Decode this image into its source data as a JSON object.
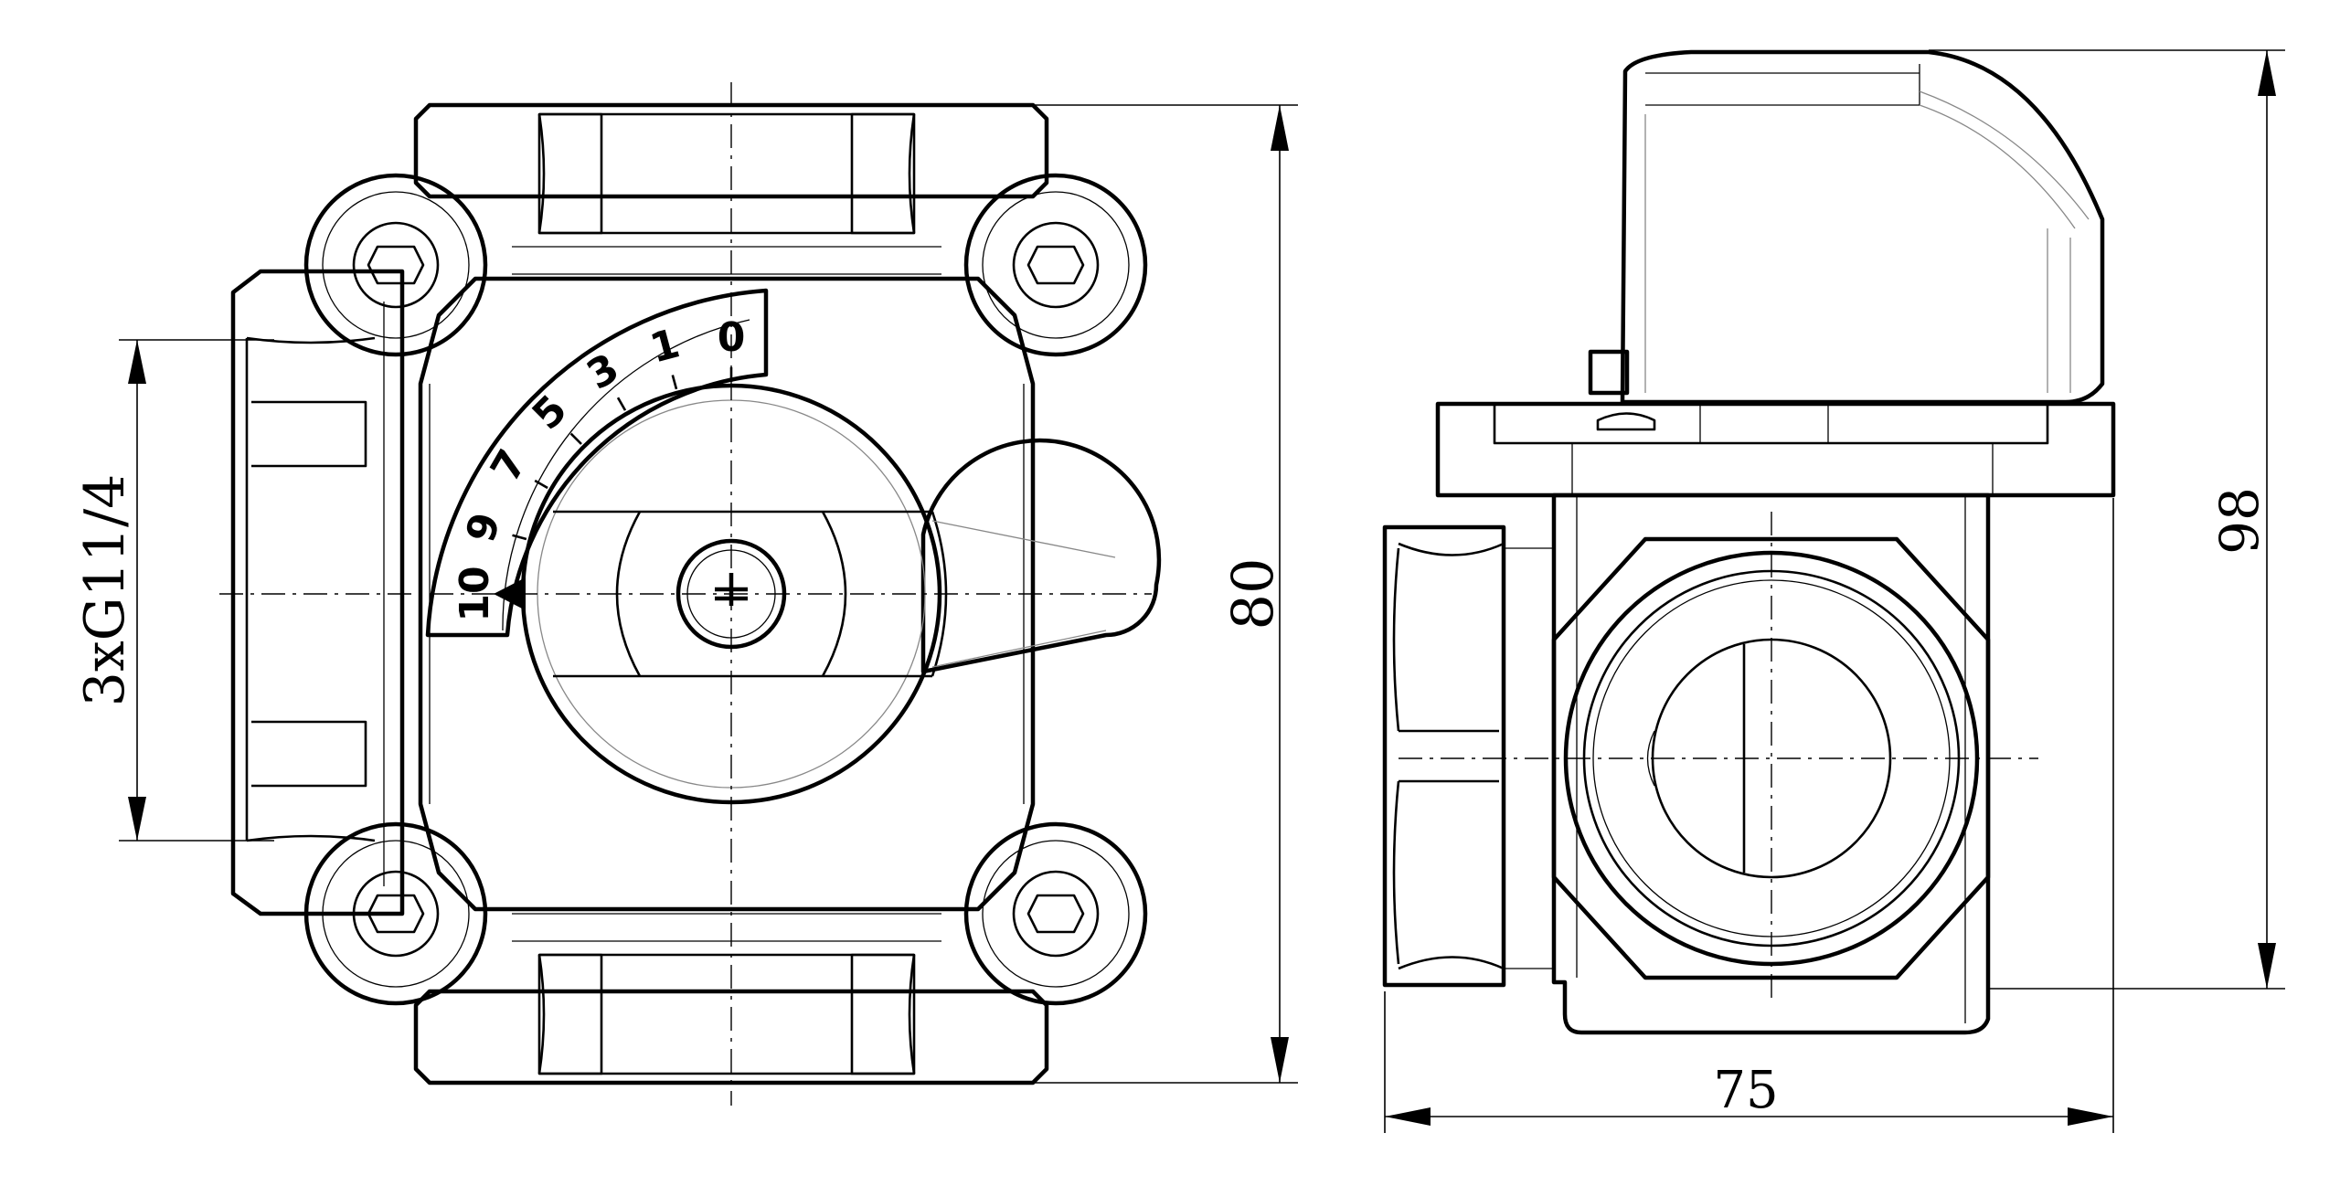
{
  "dimensions": {
    "connection": "3xG11/4",
    "height_top_view": "80",
    "height_side_view": "98",
    "width_side_view": "75"
  },
  "mixing_scale": {
    "marks": [
      "10",
      "9",
      "7",
      "5",
      "3",
      "1",
      "0"
    ]
  }
}
